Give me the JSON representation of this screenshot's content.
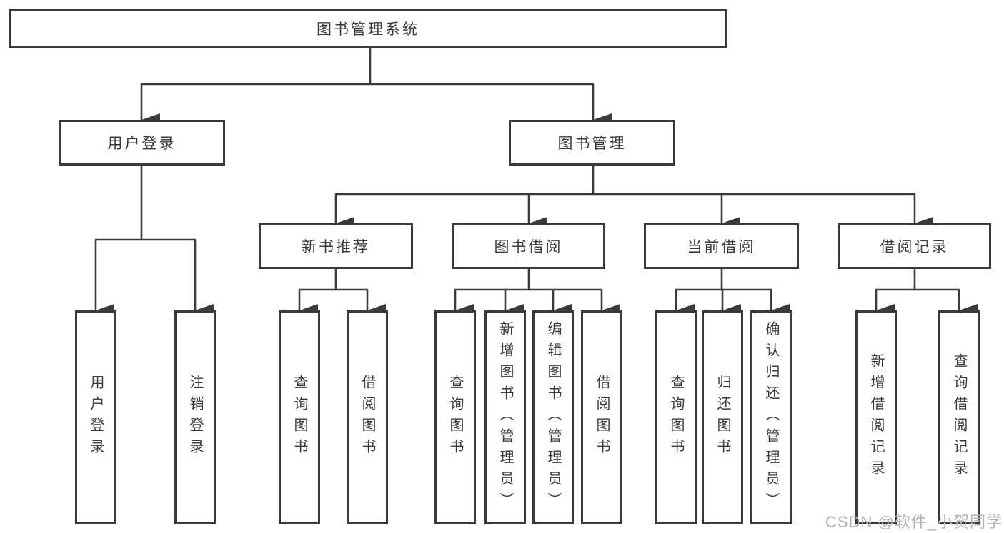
{
  "colors": {
    "line": "#3a3a3a",
    "text": "#3c3c3c",
    "background": "#ffffff",
    "watermark": "#b5b2b2"
  },
  "tree": {
    "root": {
      "label": "图书管理系统"
    },
    "children": [
      {
        "label": "用户登录",
        "children": [
          {
            "label": "用户登录"
          },
          {
            "label": "注销登录"
          }
        ]
      },
      {
        "label": "图书管理",
        "children": [
          {
            "label": "新书推荐",
            "children": [
              {
                "label": "查询图书"
              },
              {
                "label": "借阅图书"
              }
            ]
          },
          {
            "label": "图书借阅",
            "children": [
              {
                "label": "查询图书"
              },
              {
                "label": "新增图书（管理员）"
              },
              {
                "label": "编辑图书（管理员）"
              },
              {
                "label": "借阅图书"
              }
            ]
          },
          {
            "label": "当前借阅",
            "children": [
              {
                "label": "查询图书"
              },
              {
                "label": "归还图书"
              },
              {
                "label": "确认归还（管理员）"
              }
            ]
          },
          {
            "label": "借阅记录",
            "children": [
              {
                "label": "新增借阅记录"
              },
              {
                "label": "查询借阅记录"
              }
            ]
          }
        ]
      }
    ]
  },
  "watermark": {
    "text": "CSDN @软件_小贺同学"
  }
}
